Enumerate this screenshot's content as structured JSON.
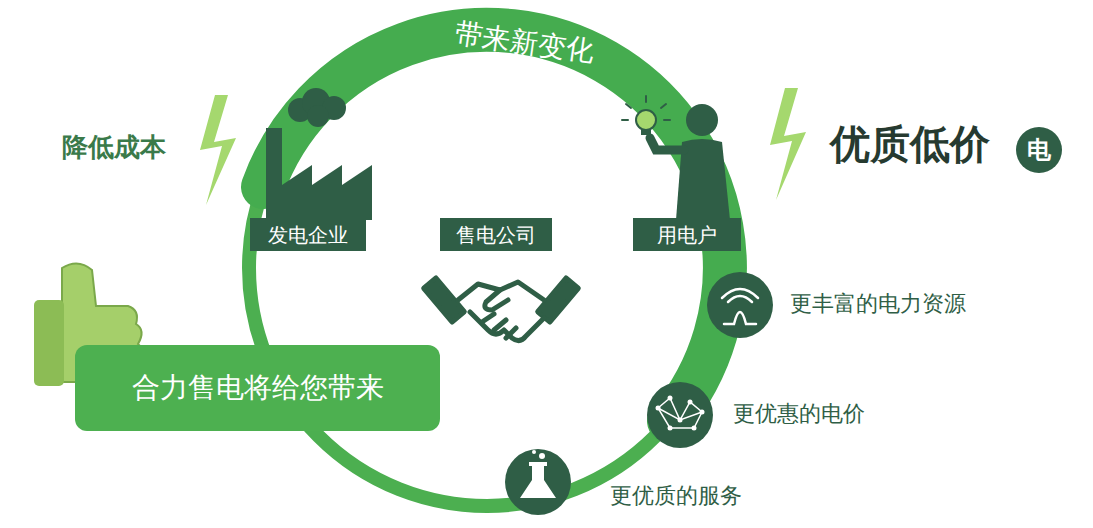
{
  "diagram": {
    "nodes": [
      {
        "text": [
          "电"
        ]
      },
      {
        "text": [
          "发电企业"
        ]
      },
      {
        "text": [
          "售电公司"
        ]
      },
      {
        "text": [
          "用电户"
        ]
      },
      {
        "text": [
          "合力售电将给您带来"
        ]
      }
    ],
    "labels": [
      "带来新变化",
      "降低成本",
      "优质低价",
      "更丰富的电力资源",
      "更优惠的电价",
      "更优质的服务"
    ]
  }
}
